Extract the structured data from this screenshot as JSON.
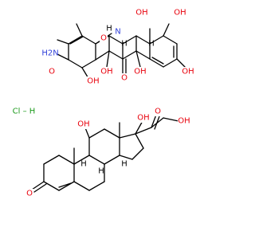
{
  "colors": {
    "bond": "#000000",
    "oxygen": "#e8000b",
    "nitrogen": "#2f3fd9",
    "chlorine": "#1c9a1c",
    "hydrogen": "#000000"
  },
  "molecule1": {
    "labels": {
      "n_dimethyl": "N",
      "oh_top_left": "OH",
      "oh_top_right": "OH",
      "ring_oxo_left": "O",
      "amide_nh2": "H2N",
      "amide_o": "O",
      "oh_bottom_left": "OH",
      "oh_bottom_right": "OH",
      "ring_oxo_right": "O",
      "oh_bottom_mid": "OH",
      "phenol_oh": "OH",
      "h1": "H",
      "h2": "H",
      "h3": "H"
    }
  },
  "salt": {
    "label": "Cl – H"
  },
  "molecule2": {
    "labels": {
      "oh_11": "OH",
      "oh_17": "OH",
      "ketone_20": "O",
      "oh_21": "OH",
      "ketone_3": "O",
      "h8": "H",
      "h9": "H",
      "h14": "H"
    }
  }
}
